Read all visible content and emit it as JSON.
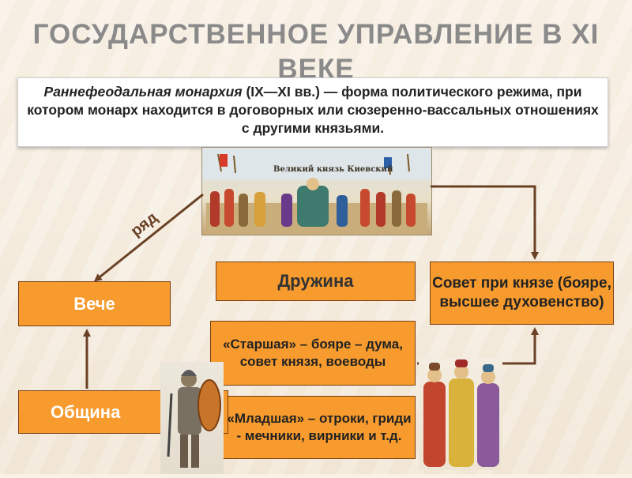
{
  "title": "ГОСУДАРСТВЕННОЕ УПРАВЛЕНИЕ В XI ВЕКЕ",
  "definition": {
    "term": "Раннефеодальная монархия",
    "text": " (IX—XI вв.) — форма политического режима, при котором монарх находится в договорных или сюзеренно-вассальных отношениях с другими князьями."
  },
  "picture_label": "Великий князь Киевский",
  "arrow_label": "ряд",
  "boxes": {
    "veche": "Вече",
    "druzhina": "Дружина",
    "sovet": "Совет при князе (бояре, высшее духовенство)",
    "starshaya": "«Старшая» – бояре – дума, совет князя, воеводы",
    "mladshaya": "«Младшая» – отроки, гриди - мечники, вирники и т.д.",
    "obschina": "Община"
  },
  "colors": {
    "box_fill": "#f79b2e",
    "box_border": "#7b3f10",
    "arrow": "#6b4125",
    "title": "#8a8a8a"
  }
}
